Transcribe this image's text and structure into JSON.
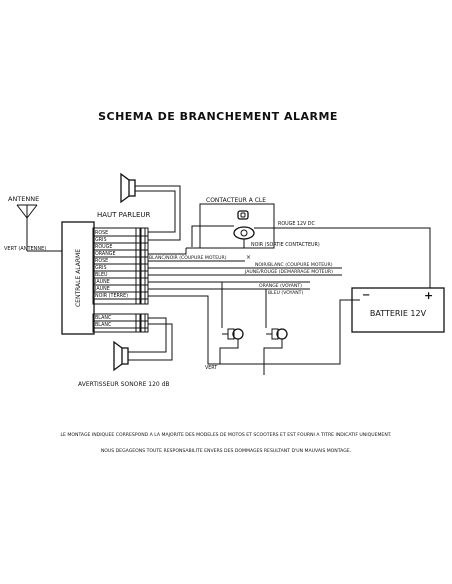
{
  "title": "SCHEMA DE BRANCHEMENT ALARME",
  "antenna": {
    "label": "ANTENNE",
    "wire_label": "VERT (ANTENNE)"
  },
  "speaker": {
    "label": "HAUT PARLEUR"
  },
  "ignition": {
    "label": "CONTACTEUR A CLE",
    "power_label": "ROUGE 12V DC",
    "off_wire_label": "NOIR (SORTIE CONTACTEUR)"
  },
  "alarm_unit": {
    "label": "CENTRALE ALARME"
  },
  "wire_labels": [
    "ROSE",
    "GRIS",
    "ROUGE",
    "ORANGE",
    "ROSE",
    "GRIS",
    "BLEU",
    "JAUNE",
    "JAUNE",
    "NOIR (TERRE)"
  ],
  "lower_wire_labels": [
    "BLANC",
    "BLANC"
  ],
  "right_wire_labels": {
    "blanc_noir": "BLANC/NOIR (COUPURE MOTEUR)",
    "noir_blanc": "NOIR/BLANC (COUPURE MOTEUR)",
    "jaune_rouge": "JAUNE/ROUGE (DEMARRAGE MOTEUR)",
    "orange_voyant": "ORANGE (VOYANT)",
    "bleu_voyant": "BLEU (VOYANT)"
  },
  "battery": {
    "label": "BATTERIE 12V",
    "minus": "−",
    "plus": "+"
  },
  "ground_label": "VERT",
  "siren": {
    "label": "AVERTISSEUR SONORE 120 dB"
  },
  "notes": [
    "LE MONTAGE INDIQUEE CORRESPOND A LA MAJORITE DES MODELES DE MOTOS ET SCOOTERS ET EST FOURNI A TITRE INDICATIF UNIQUEMENT.",
    "NOUS DEGAGEONS TOUTE RESPONSABILITE ENVERS DES DOMMAGES RESULTANT D'UN MAUVAIS MONTAGE."
  ]
}
